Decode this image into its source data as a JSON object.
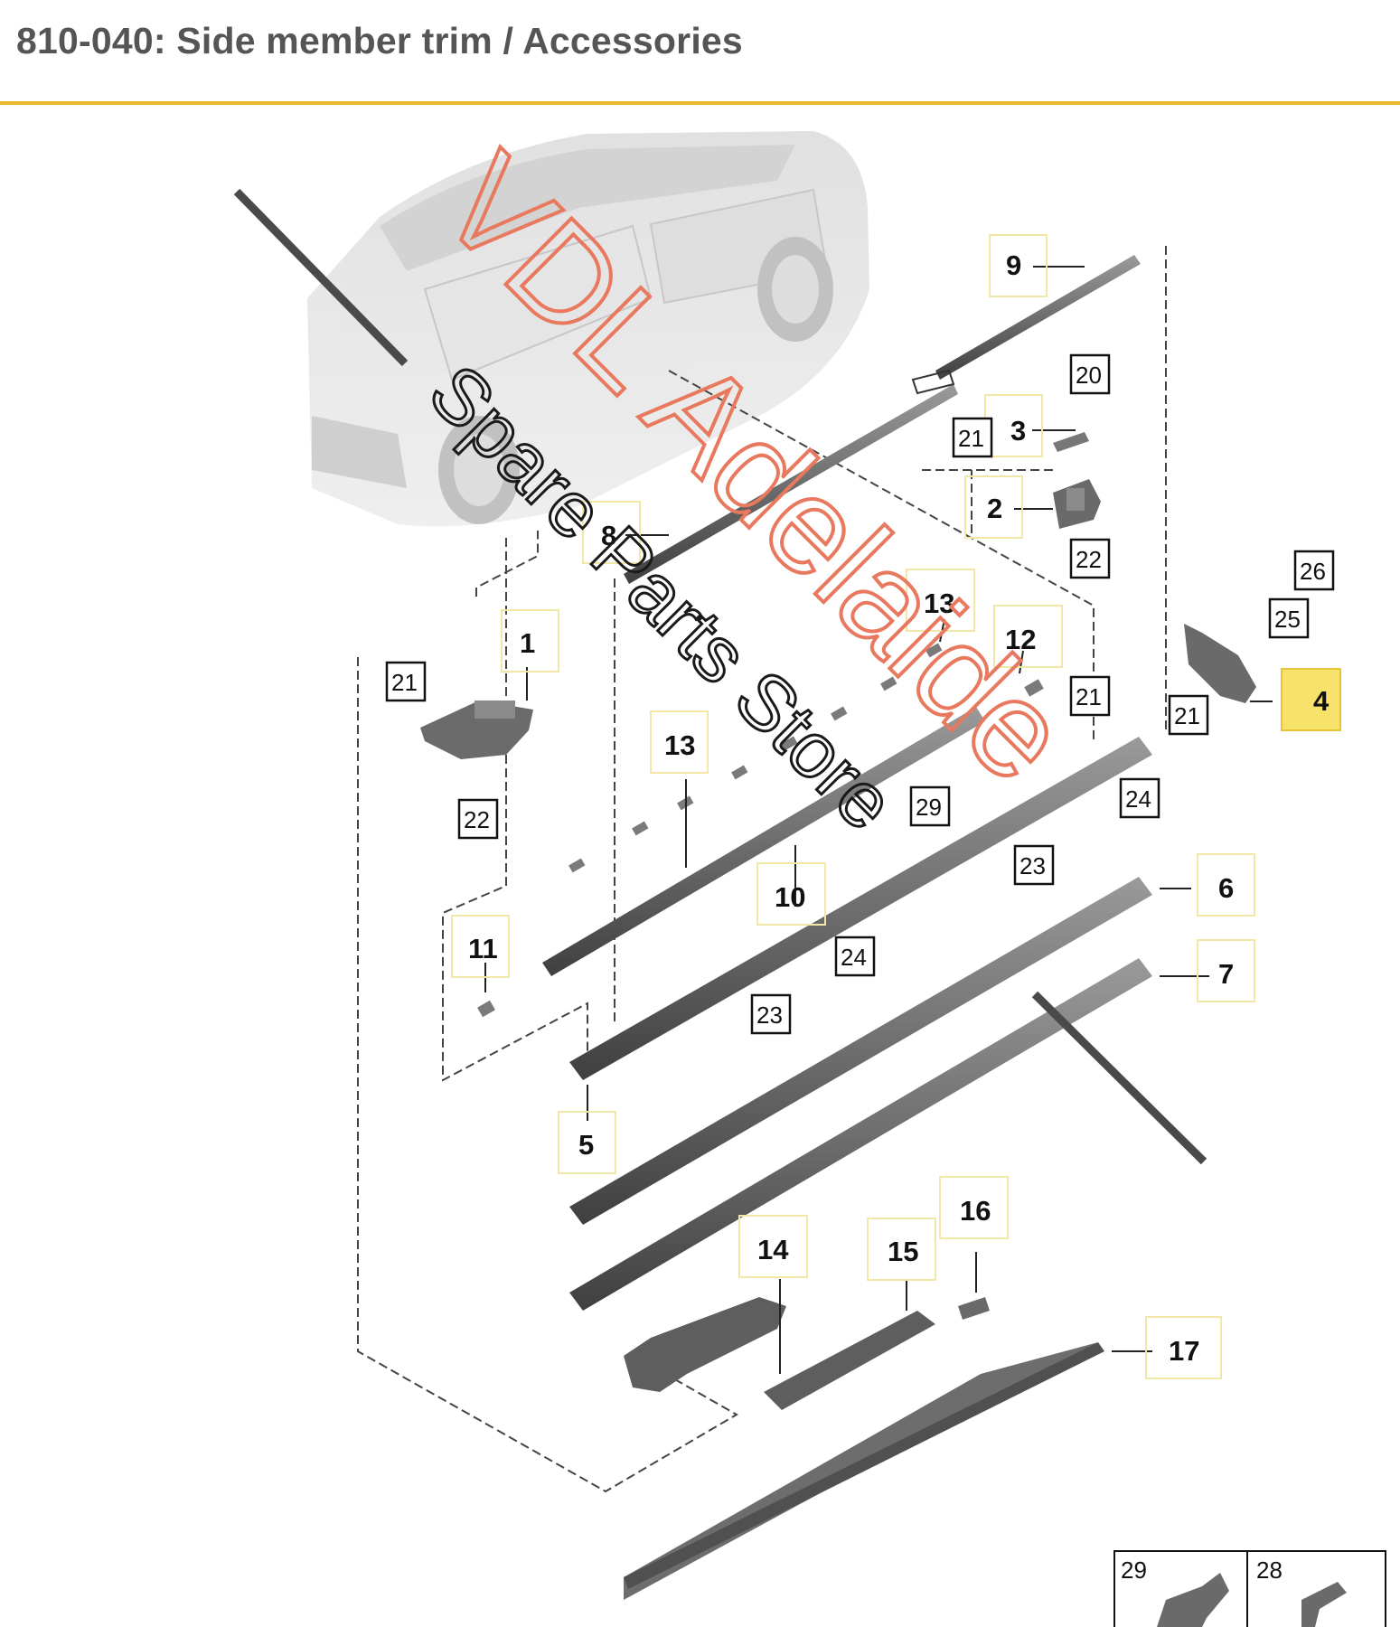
{
  "header": {
    "title": "810-040: Side member trim / Accessories",
    "rule_color": "#e8b72a"
  },
  "highlight": {
    "part": "4",
    "color": "#f7e36b"
  },
  "watermark": {
    "line1": "VDL Adelaide",
    "line2": "Spare Parts Store",
    "line1_color": "#e8795e",
    "line2_color": "#1a1a1a"
  },
  "callouts": {
    "c1": "1",
    "c2": "2",
    "c3": "3",
    "c4": "4",
    "c5": "5",
    "c6": "6",
    "c7": "7",
    "c8": "8",
    "c9": "9",
    "c10": "10",
    "c11": "11",
    "c12": "12",
    "c13a": "13",
    "c13b": "13",
    "c14": "14",
    "c15": "15",
    "c16": "16",
    "c17": "17",
    "c20": "20",
    "c21a": "21",
    "c21b": "21",
    "c21c": "21",
    "c21d": "21",
    "c22a": "22",
    "c22b": "22",
    "c23a": "23",
    "c23b": "23",
    "c24a": "24",
    "c24b": "24",
    "c25": "25",
    "c26": "26",
    "c28": "28",
    "c29a": "29",
    "c29b": "29"
  }
}
